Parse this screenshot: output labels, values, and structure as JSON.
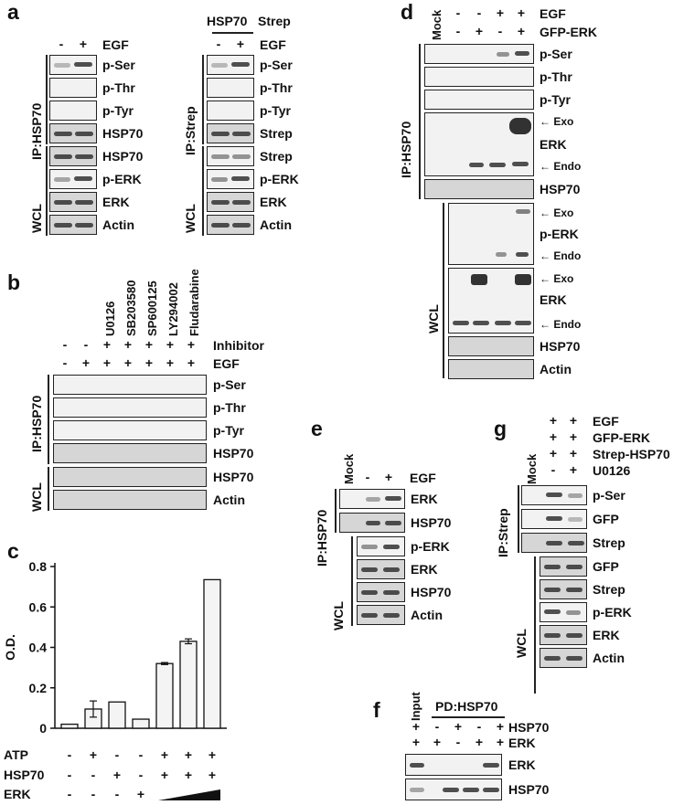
{
  "panel_a": {
    "letter": "a",
    "left": {
      "signs": [
        "-",
        "+"
      ],
      "treatment": "EGF",
      "ip_label": "IP:HSP70",
      "wcl_label": "WCL",
      "rows": [
        "p-Ser",
        "p-Thr",
        "p-Tyr",
        "HSP70",
        "HSP70",
        "p-ERK",
        "ERK",
        "Actin"
      ]
    },
    "right": {
      "header_hsp70": "HSP70",
      "header_strep": "Strep",
      "signs": [
        "-",
        "+"
      ],
      "treatment": "EGF",
      "ip_label": "IP:Strep",
      "wcl_label": "WCL",
      "rows": [
        "p-Ser",
        "p-Thr",
        "p-Tyr",
        "Strep",
        "Strep",
        "p-ERK",
        "ERK",
        "Actin"
      ]
    }
  },
  "panel_b": {
    "letter": "b",
    "inhibitors": [
      "U0126",
      "SB203580",
      "SP600125",
      "LY294002",
      "Fludarabine"
    ],
    "inhibitor_label": "Inhibitor",
    "inhibitor_signs": [
      "-",
      "-",
      "+",
      "+",
      "+",
      "+",
      "+"
    ],
    "egf_label": "EGF",
    "egf_signs": [
      "-",
      "+",
      "+",
      "+",
      "+",
      "+",
      "+"
    ],
    "ip_label": "IP:HSP70",
    "wcl_label": "WCL",
    "rows": [
      "p-Ser",
      "p-Thr",
      "p-Tyr",
      "HSP70",
      "HSP70",
      "Actin"
    ]
  },
  "panel_c": {
    "letter": "c",
    "chart_data": {
      "type": "bar",
      "ylabel": "O.D.",
      "ylim": [
        0,
        0.8
      ],
      "yticks": [
        "0",
        "0.2",
        "0.4",
        "0.6",
        "0.8"
      ],
      "values": [
        0.02,
        0.095,
        0.13,
        0.045,
        0.32,
        0.43,
        0.735
      ],
      "errors": [
        0,
        0.04,
        0,
        0,
        0.005,
        0.012,
        0
      ],
      "row_labels": [
        "ATP",
        "HSP70",
        "ERK"
      ],
      "ATP": [
        "-",
        "+",
        "-",
        "-",
        "+",
        "+",
        "+"
      ],
      "HSP70": [
        "-",
        "-",
        "+",
        "-",
        "+",
        "+",
        "+"
      ],
      "ERK": [
        "-",
        "-",
        "-",
        "+",
        "",
        "",
        ""
      ]
    }
  },
  "panel_d": {
    "letter": "d",
    "mock": "Mock",
    "egf_label": "EGF",
    "egf_signs": [
      "-",
      "-",
      "+",
      "+"
    ],
    "gfp_label": "GFP-ERK",
    "gfp_signs": [
      "-",
      "+",
      "-",
      "+"
    ],
    "ip_label": "IP:HSP70",
    "wcl_label": "WCL",
    "rows": [
      "p-Ser",
      "p-Thr",
      "p-Tyr",
      "ERK",
      "HSP70",
      "p-ERK",
      "ERK",
      "HSP70",
      "Actin"
    ],
    "exo": "Exo",
    "endo": "Endo"
  },
  "panel_e": {
    "letter": "e",
    "mock": "Mock",
    "egf_label": "EGF",
    "signs": [
      "-",
      "+"
    ],
    "ip_label": "IP:HSP70",
    "wcl_label": "WCL",
    "rows": [
      "ERK",
      "HSP70",
      "p-ERK",
      "ERK",
      "HSP70",
      "Actin"
    ]
  },
  "panel_f": {
    "letter": "f",
    "input": "Input",
    "pd_label": "PD:HSP70",
    "hsp70_label": "HSP70",
    "hsp70_signs": [
      "+",
      "-",
      "+",
      "-",
      "+"
    ],
    "erk_label": "ERK",
    "erk_signs": [
      "+",
      "+",
      "-",
      "+",
      "+"
    ],
    "rows": [
      "ERK",
      "HSP70"
    ]
  },
  "panel_g": {
    "letter": "g",
    "mock": "Mock",
    "egf_label": "EGF",
    "egf_signs": [
      "+",
      "+"
    ],
    "gfp_label": "GFP-ERK",
    "gfp_signs": [
      "+",
      "+"
    ],
    "strep_label": "Strep-HSP70",
    "strep_signs": [
      "+",
      "+"
    ],
    "u0126_label": "U0126",
    "u0126_signs": [
      "-",
      "+"
    ],
    "ip_label": "IP:Strep",
    "wcl_label": "WCL",
    "rows": [
      "p-Ser",
      "GFP",
      "Strep",
      "GFP",
      "Strep",
      "p-ERK",
      "ERK",
      "Actin"
    ]
  }
}
